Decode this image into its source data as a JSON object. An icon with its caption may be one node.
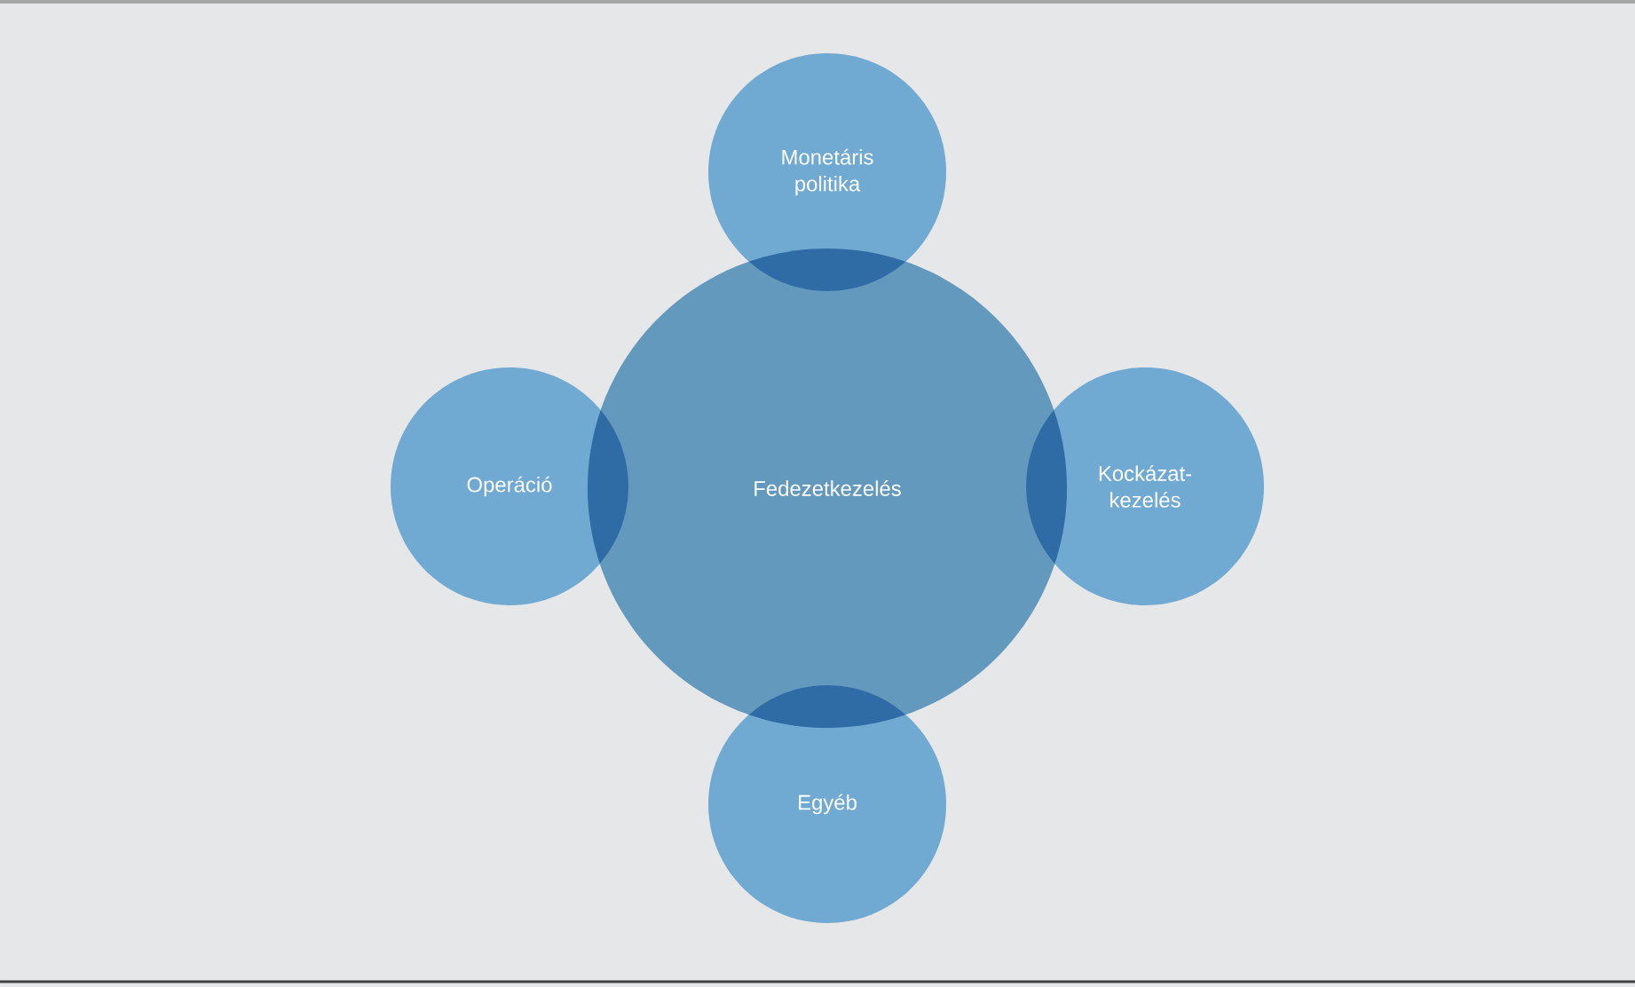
{
  "diagram": {
    "nodes": [
      {
        "text": [
          "Monetáris politika"
        ]
      },
      {
        "text": [
          "Operáció"
        ]
      },
      {
        "text": [
          "Fedezetkezelés"
        ]
      },
      {
        "text": [
          "Kockázat- kezelés"
        ]
      },
      {
        "text": [
          "Egyéb"
        ]
      }
    ]
  }
}
